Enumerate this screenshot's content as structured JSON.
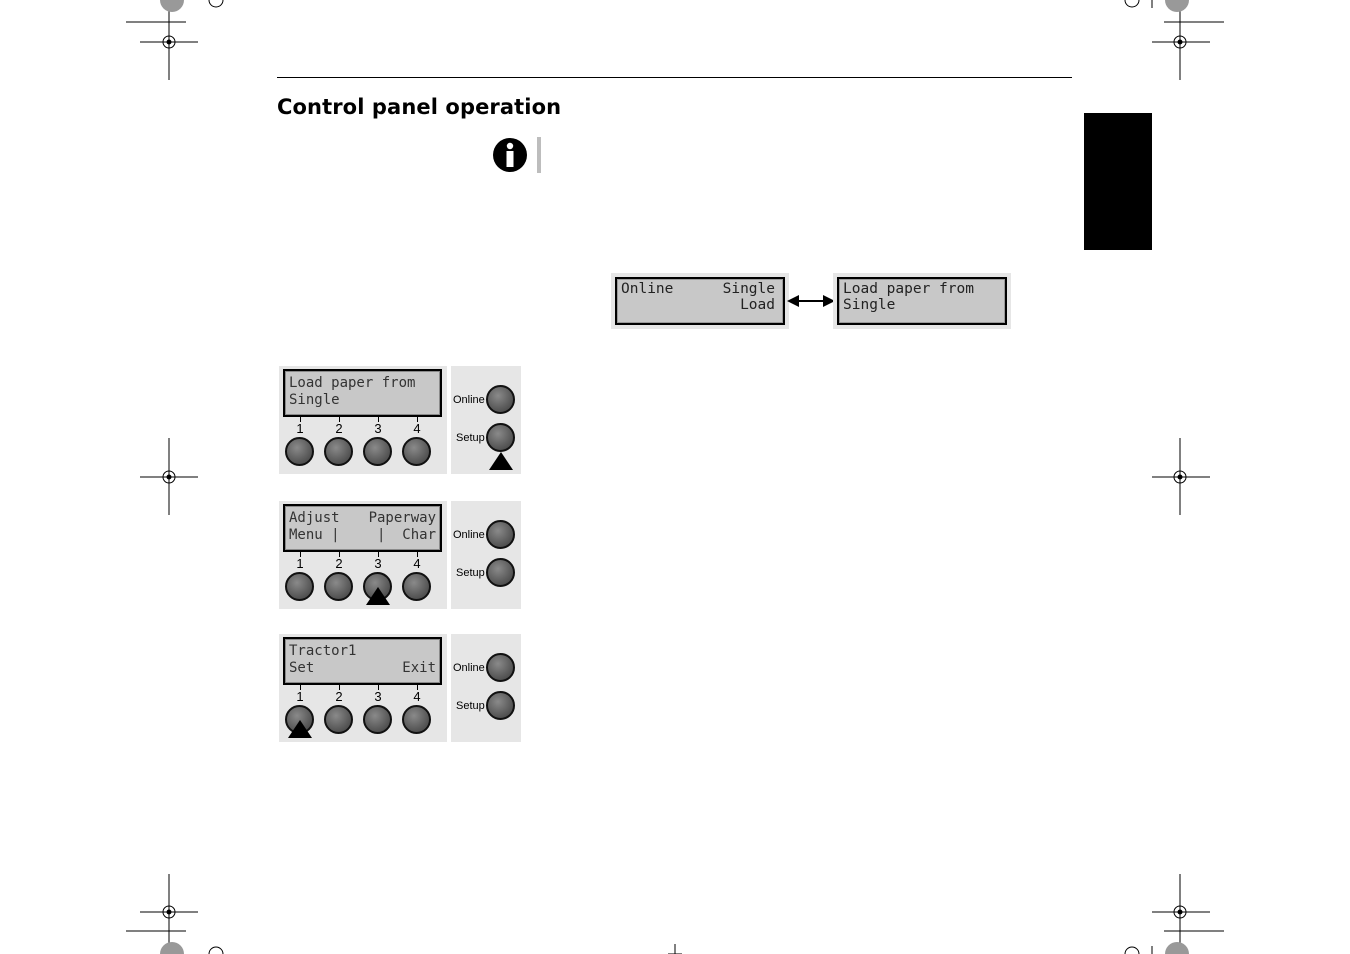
{
  "header": {
    "title": "Control panel operation"
  },
  "flow_displays": {
    "left": {
      "line1_left": "Online",
      "line1_right": "Single",
      "line2_right": "Load"
    },
    "right": {
      "line1": "Load paper from",
      "line2": "Single"
    }
  },
  "panels": [
    {
      "line1": "Load paper from",
      "line2_left": "Single",
      "line2_right": "",
      "pressed": "setup"
    },
    {
      "line1_left": "Adjust",
      "line1_right": "Paperway",
      "line2_left": "Menu |",
      "line2_mid": "|",
      "line2_right": "Char",
      "pressed": "3"
    },
    {
      "line1": "Tractor1",
      "line2_left": "Set",
      "line2_right": "Exit",
      "pressed": "1"
    }
  ],
  "buttons": {
    "numbers": [
      "1",
      "2",
      "3",
      "4"
    ],
    "online": "Online",
    "setup": "Setup"
  }
}
